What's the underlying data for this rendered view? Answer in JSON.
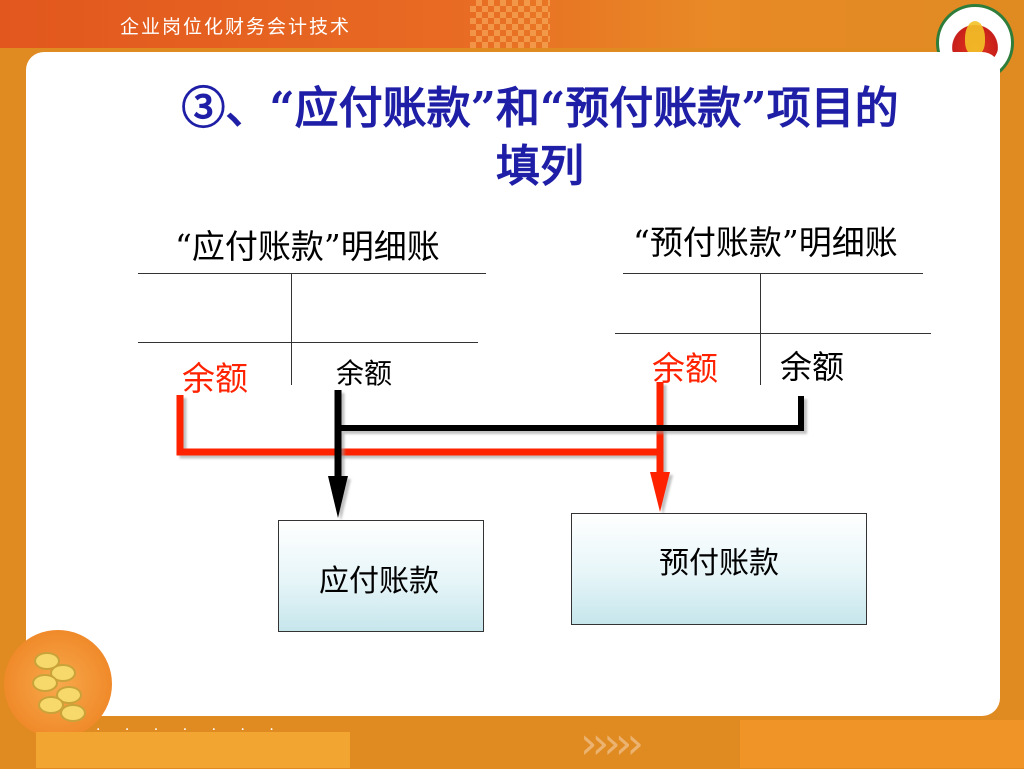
{
  "header": {
    "title": "企业岗位化财务会计技术"
  },
  "slide": {
    "title_line1": "③、“应付账款”和“预付账款”项目的",
    "title_line2": "填列"
  },
  "ledgers": {
    "payable": {
      "title": "“应付账款”明细账",
      "left_label": "余额",
      "right_label": "余额"
    },
    "prepaid": {
      "title": "“预付账款”明细账",
      "left_label": "余额",
      "right_label": "余额"
    }
  },
  "targets": {
    "payable": "应付账款",
    "prepaid": "预付账款"
  },
  "colors": {
    "red_flow": "#ff2200",
    "black_flow": "#000000",
    "title_blue": "#1e1ea6"
  }
}
